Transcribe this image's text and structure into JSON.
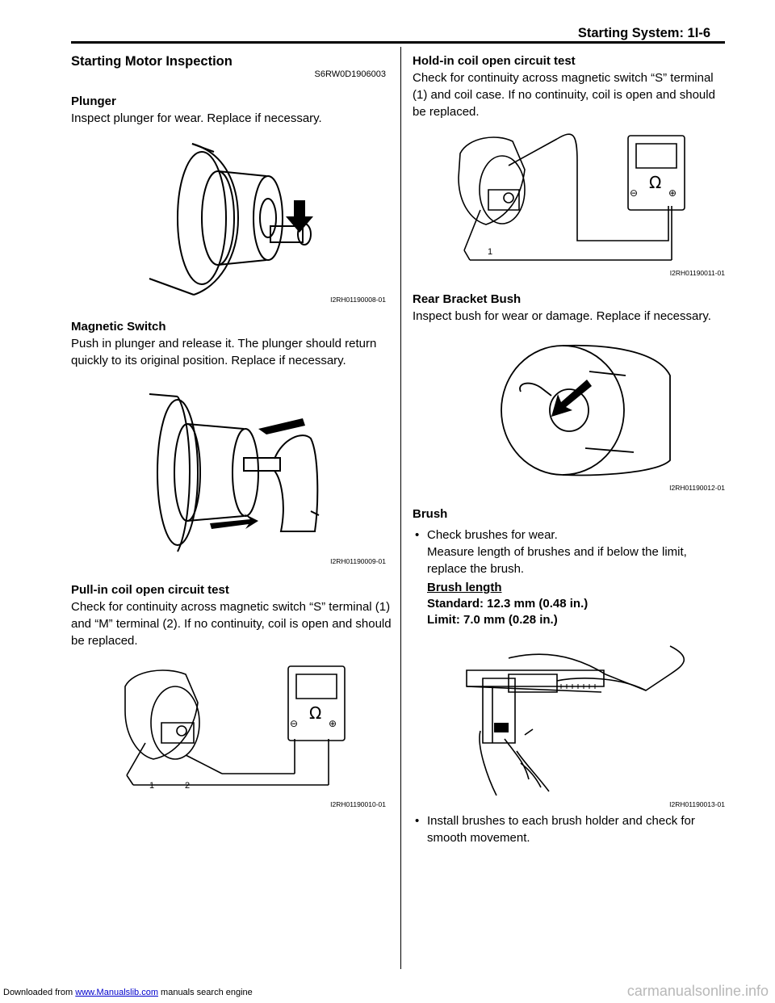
{
  "header": {
    "title": "Starting System:    1I-6"
  },
  "section": {
    "title": "Starting Motor Inspection",
    "code": "S6RW0D1906003"
  },
  "plunger": {
    "heading": "Plunger",
    "text": "Inspect plunger for wear. Replace if necessary.",
    "figure_caption": "I2RH01190008-01"
  },
  "magnetic_switch": {
    "heading": "Magnetic Switch",
    "text": "Push in plunger and release it. The plunger should return quickly to its original position. Replace if necessary.",
    "figure_caption": "I2RH01190009-01"
  },
  "pull_in": {
    "heading": "Pull-in coil open circuit test",
    "text": "Check for continuity across magnetic switch “S” terminal (1) and “M” terminal (2). If no continuity, coil is open and should be replaced.",
    "figure_caption": "I2RH01190010-01",
    "callout_1": "1",
    "callout_2": "2",
    "meter_symbol": "Ω",
    "meter_minus": "⊖",
    "meter_plus": "⊕"
  },
  "hold_in": {
    "heading": "Hold-in coil open circuit test",
    "text": "Check for continuity across magnetic switch “S” terminal (1) and coil case. If no continuity, coil is open and should be replaced.",
    "figure_caption": "I2RH01190011-01",
    "callout_1": "1",
    "meter_symbol": "Ω",
    "meter_minus": "⊖",
    "meter_plus": "⊕"
  },
  "rear_bracket": {
    "heading": "Rear Bracket Bush",
    "text": "Inspect bush for wear or damage. Replace if necessary.",
    "figure_caption": "I2RH01190012-01"
  },
  "brush": {
    "heading": "Brush",
    "bullet_1_line1": "Check brushes for wear.",
    "bullet_1_line2": "Measure length of brushes and if below the limit, replace the brush.",
    "spec_title": "Brush length",
    "spec_standard": "Standard: 12.3 mm (0.48 in.)",
    "spec_limit": "Limit: 7.0 mm (0.28 in.)",
    "figure_caption": "I2RH01190013-01",
    "bullet_2": "Install brushes to each brush holder and check for smooth movement.",
    "bullet_mark": "•"
  },
  "footer": {
    "prefix": "Downloaded from ",
    "link": "www.Manualslib.com",
    "suffix": " manuals search engine",
    "watermark": "carmanualsonline.info"
  }
}
